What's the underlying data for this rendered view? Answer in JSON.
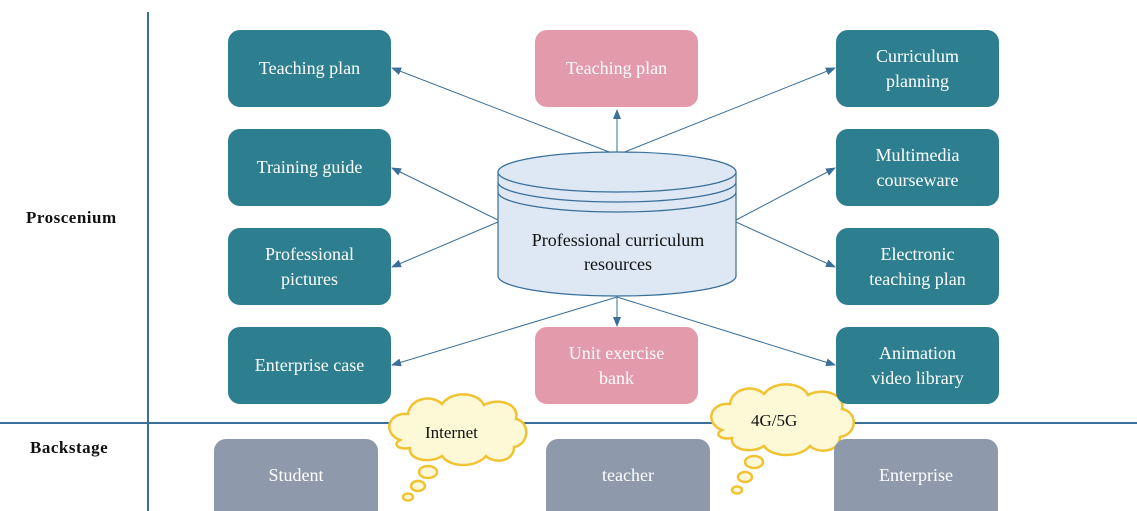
{
  "sections": {
    "proscenium": "Proscenium",
    "backstage": "Backstage"
  },
  "center": {
    "label": "Professional curriculum\nresources"
  },
  "left_boxes": {
    "teaching_plan": "Teaching plan",
    "training_guide": "Training guide",
    "professional_pictures": "Professional\npictures",
    "enterprise_case": "Enterprise case"
  },
  "middle_boxes": {
    "teaching_plan": "Teaching plan",
    "unit_exercise_bank": "Unit exercise\nbank"
  },
  "right_boxes": {
    "curriculum_planning": "Curriculum\nplanning",
    "multimedia_courseware": "Multimedia\ncourseware",
    "electronic_teaching_plan": "Electronic\nteaching plan",
    "animation_video_library": "Animation\nvideo library"
  },
  "backstage_boxes": {
    "student": "Student",
    "teacher": "teacher",
    "enterprise": "Enterprise"
  },
  "clouds": {
    "internet": "Internet",
    "network": "4G/5G"
  },
  "colors": {
    "teal": "#2d7f8f",
    "pink": "#e39aaa",
    "gray": "#8e9aab",
    "divider": "#3a6f9a",
    "database_fill": "#dde8f4",
    "cloud_fill": "#fdf8d6",
    "cloud_stroke": "#f1c232"
  }
}
